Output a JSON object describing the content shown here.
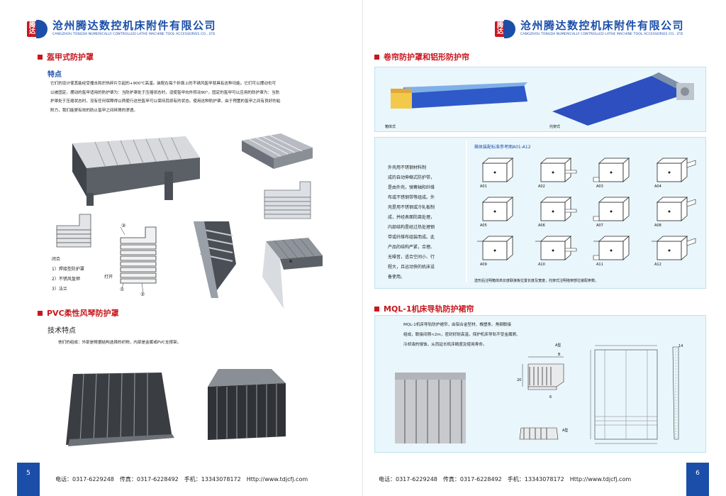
{
  "company": {
    "name_cn": "沧州腾达数控机床附件有限公司",
    "name_en": "CANGZHOU TENGDA NUMERICALLY CONTROLLED LATHE MACHINE TOOL ACCESSORIES CO., LTD",
    "logo_char": "腾达"
  },
  "left": {
    "section1": {
      "title": "盔甲式防护罩",
      "subtitle": "特点",
      "lines": [
        "它们的设计使其能经受撞击和炽热碎片引起的+900℃高温。装配在每个折面上的不锈风盔甲就具有这种功能。它们可以摆动也可",
        "以被固定。摆动的盔甲适用的防护罩为：当防护罩处于压缩状态时，迫使盔甲向外转动90°。固定的盔甲可以应用的防护罩为：当防",
        "护罩处于压缩状态时，没有任何保障得以两使行这些盔甲可以保持其原有的状态。使用这种防护罩，由于预置的盔甲之间有良好的粘",
        "附力，我们能更有效的防止盔甲之间碎屑的渗透。"
      ],
      "legend": [
        "闭合",
        "1）焊接型防护罩",
        "2）不锈风盔钾",
        "3）法兰"
      ],
      "open_label": "打开",
      "markers": [
        "③",
        "①",
        "②"
      ]
    },
    "section2": {
      "title": "PVC柔性风琴防护罩",
      "subtitle": "技术特点",
      "text": "他们的组成：外部是根据结构选择的织物，内部是金属或PVC支撑架。"
    },
    "page_number": "5",
    "footer": "电话：0317-6229248　传真：0317-6228492　手机：13343078172　Http://www.tdjcfj.com"
  },
  "right": {
    "section1": {
      "title": "卷帘防护罩和铝形防护帘",
      "img_left_caption": "箱体式",
      "img_right_caption": "托架式",
      "desc_lines": [
        "外壳用不锈钢材料制",
        "成的自动伸缩式防护带，",
        "是由外壳，弹簧轴和纤维",
        "布或不锈钢带等组成。外",
        "壳是用不锈钢或冷轧板制",
        "成，并经表面防腐处理，",
        "内部结构是经过热处理钢",
        "带或纤维布组装而成。此",
        "产品的结构严紧，合理、",
        "无噪音，适合空间小、行",
        "程大，且运动快的机床设",
        "备使用。"
      ],
      "diagram_title": "箱体装配标准参考图A01-A12",
      "diagram_labels": [
        "A01",
        "A02",
        "A03",
        "A04",
        "A05",
        "A06",
        "A07",
        "A08",
        "A09",
        "A10",
        "A11",
        "A12"
      ],
      "diagram_note": "选形后注明箱体高长度联接板位置长度及宽度，托架式注明拖架部位装配参数。"
    },
    "section2": {
      "title": "MQL-1机床导轨防护裙帘",
      "desc_lines": [
        "MQL-1机床导轨防护裙帘，由铝合金型材、橡塑条、角钢联接",
        "组成，联接间隙<2m，密封好耐高温，保护机床导轨不受金属屑、",
        "冷却液的侵蚀，从而延长机床精度及使用寿命。"
      ],
      "type_a": "A型",
      "type_b": "B",
      "dims": [
        "20",
        "6",
        "14"
      ]
    },
    "page_number": "6",
    "footer": "电话：0317-6229248　传真：0317-6228492　手机：13343078172　Http://www.tdjcfj.com"
  },
  "colors": {
    "brand_blue": "#1b4ea8",
    "brand_red": "#c8161d",
    "panel_bg": "#e9f6fb"
  }
}
